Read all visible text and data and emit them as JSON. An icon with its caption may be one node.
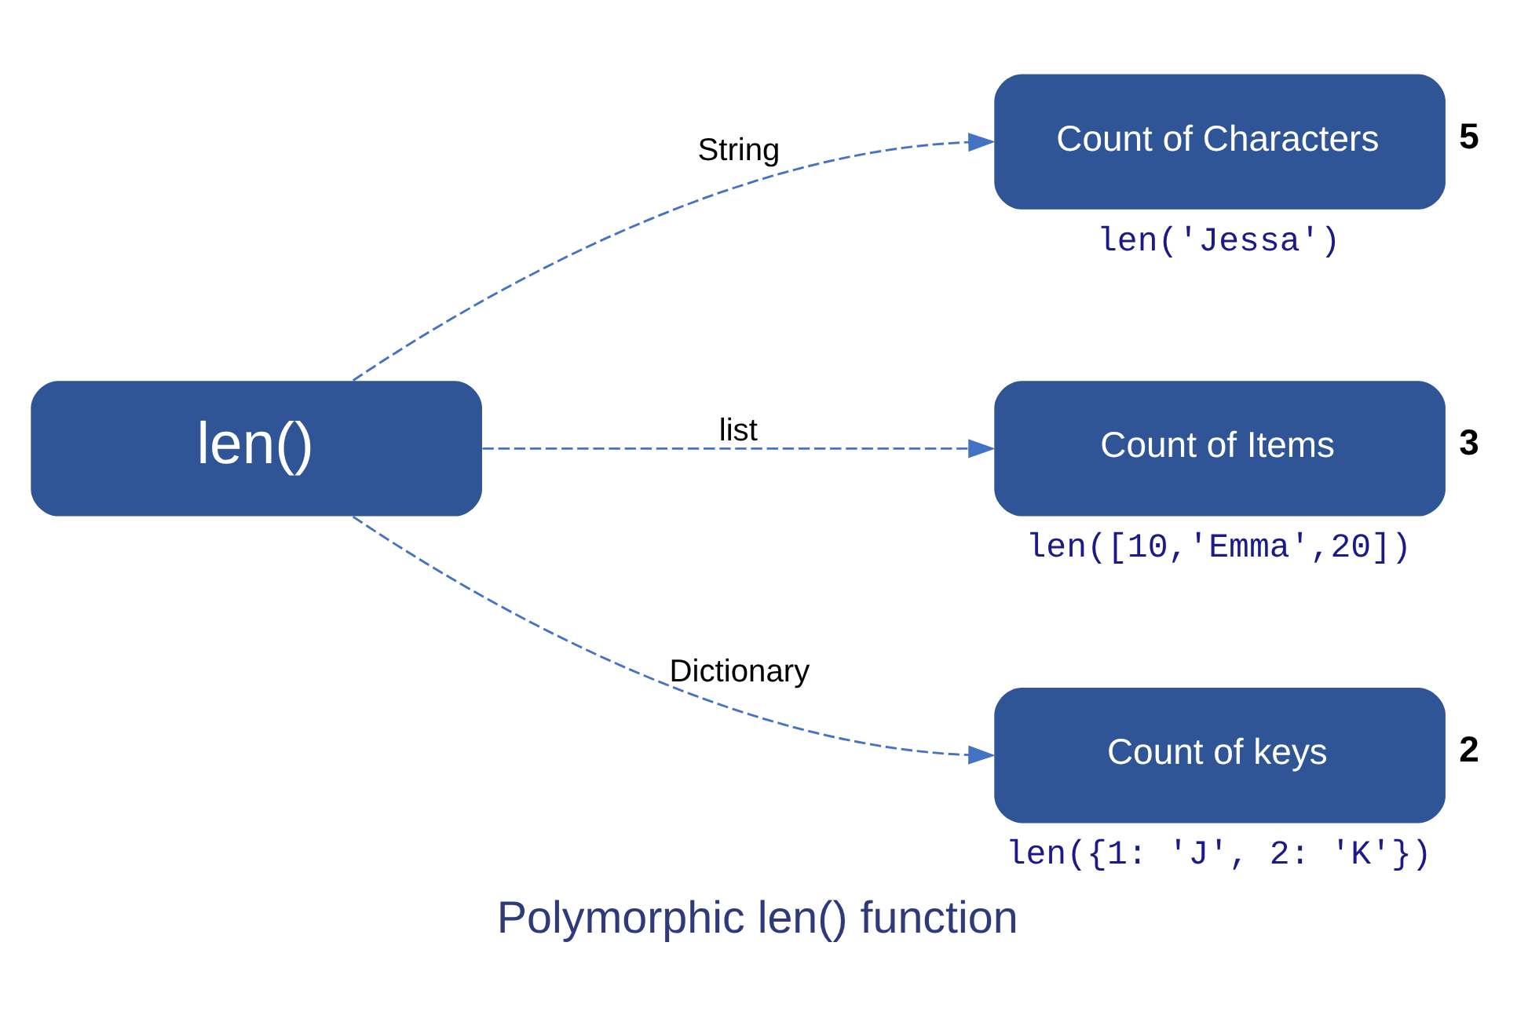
{
  "diagram": {
    "caption": "Polymorphic len() function",
    "nodes": [
      {
        "text": [
          "len()"
        ]
      },
      {
        "text": [
          "Count of Characters"
        ],
        "beside": [
          "5",
          "len('Jessa')"
        ]
      },
      {
        "text": [
          "Count of Items"
        ],
        "beside": [
          "3",
          "len([10,'Emma',20])"
        ]
      },
      {
        "text": [
          "Count of keys"
        ],
        "beside": [
          "2",
          "len({1: 'J', 2: 'K'})"
        ]
      }
    ],
    "edges": [
      {
        "from": 0,
        "to": 1,
        "arrow": "to",
        "label": "String",
        "style": "dashed"
      },
      {
        "from": 0,
        "to": 2,
        "arrow": "to",
        "label": "list",
        "style": "dashed"
      },
      {
        "from": 0,
        "to": 3,
        "arrow": "to",
        "label": "Dictionary",
        "style": "dashed"
      }
    ]
  }
}
